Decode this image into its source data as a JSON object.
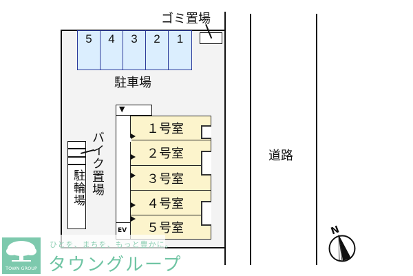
{
  "site": {
    "parking": {
      "label": "駐車場",
      "slots": [
        "5",
        "4",
        "3",
        "2",
        "1"
      ],
      "fill_color": "#dbeefe",
      "border_color": "#2b3a9a"
    },
    "garbage": {
      "label": "ゴミ置場"
    },
    "bike_parking": {
      "label": "バイク置場"
    },
    "bicycle_parking": {
      "label": "駐輪場"
    },
    "entrance_marker": "▼",
    "elevator": {
      "label": "EV"
    },
    "building": {
      "fill_color": "#fcf4cc",
      "rooms": [
        {
          "label": "１号室"
        },
        {
          "label": "２号室"
        },
        {
          "label": "３号室"
        },
        {
          "label": "４号室"
        },
        {
          "label": "５号室"
        }
      ]
    }
  },
  "road": {
    "label": "道路"
  },
  "compass": {
    "label": "N"
  },
  "branding": {
    "logo_text": "TOWN GROUP",
    "tagline": "ひとを、まちを、もっと豊かに。",
    "brand_name": "タウングループ",
    "brand_color": "#7dc9ad"
  }
}
